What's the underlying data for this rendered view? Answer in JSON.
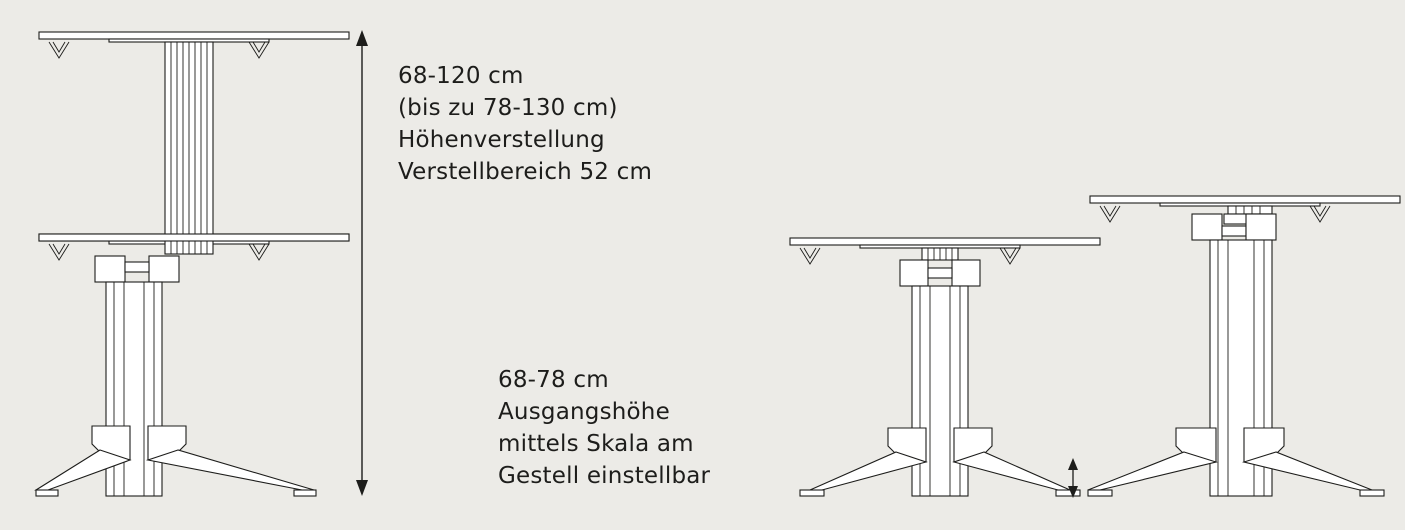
{
  "range_label": {
    "lines": [
      "68-120 cm",
      "(bis zu 78-130 cm)",
      "Höhenverstellung",
      "Verstellbereich 52 cm"
    ]
  },
  "base_label": {
    "lines": [
      "68-78 cm",
      "Ausgangshöhe",
      "mittels Skala am",
      "Gestell einstellbar"
    ]
  },
  "colors": {
    "background": "#ecebe7",
    "line": "#1d1d1b",
    "fill": "#ffffff"
  }
}
